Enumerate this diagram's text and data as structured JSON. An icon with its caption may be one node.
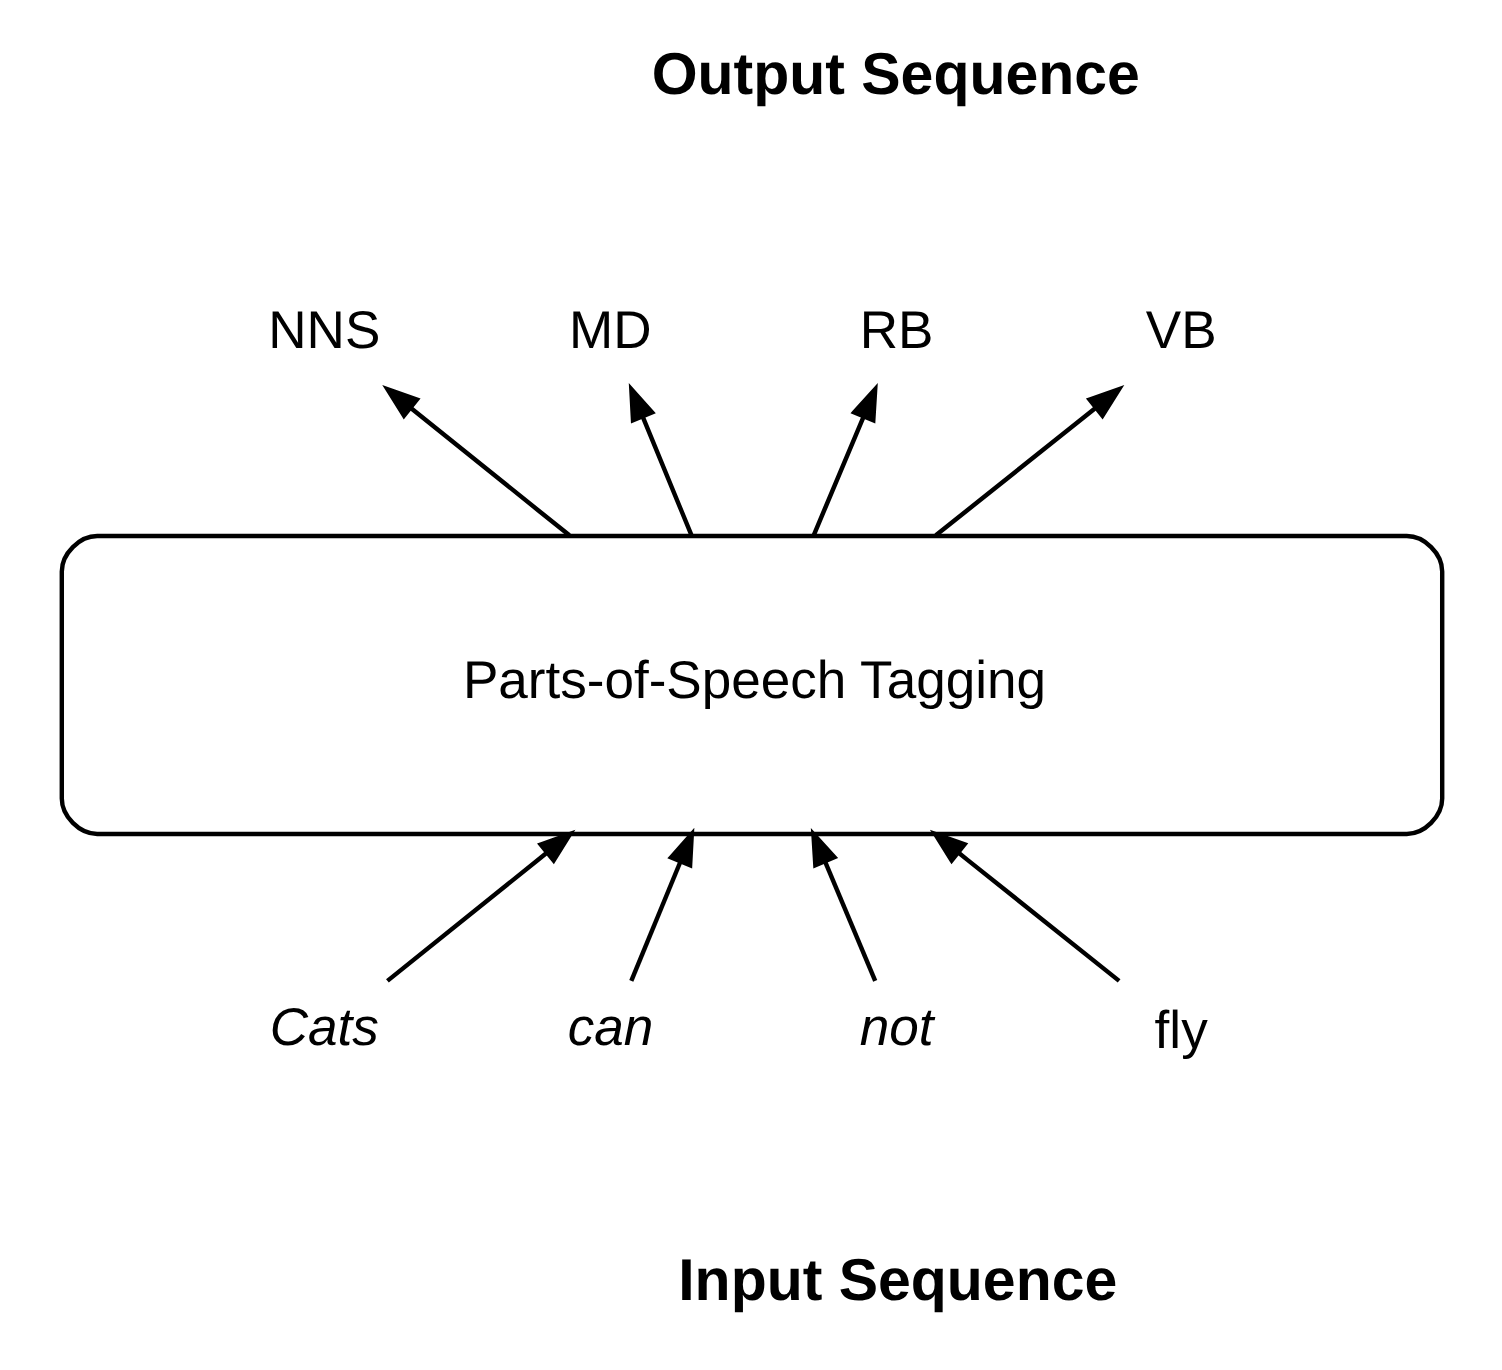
{
  "diagram": {
    "nodes": [
      {
        "text": [
          "Parts-of-Speech Tagging"
        ]
      },
      {
        "text": [
          "NNS"
        ]
      },
      {
        "text": [
          "MD"
        ]
      },
      {
        "text": [
          "RB"
        ]
      },
      {
        "text": [
          "VB"
        ]
      },
      {
        "text": [
          "Cats"
        ]
      },
      {
        "text": [
          "can"
        ]
      },
      {
        "text": [
          "not"
        ]
      },
      {
        "text": [
          "fly"
        ]
      }
    ],
    "edges": [
      {
        "from": 0,
        "to": 1,
        "arrow": "to"
      },
      {
        "from": 0,
        "to": 2,
        "arrow": "to"
      },
      {
        "from": 0,
        "to": 3,
        "arrow": "to"
      },
      {
        "from": 0,
        "to": 4,
        "arrow": "to"
      },
      {
        "from": 5,
        "to": 0,
        "arrow": "to"
      },
      {
        "from": 6,
        "to": 0,
        "arrow": "to"
      },
      {
        "from": 7,
        "to": 0,
        "arrow": "to"
      },
      {
        "from": 8,
        "to": 0,
        "arrow": "to"
      }
    ],
    "labels": [
      "Output Sequence",
      "Input Sequence"
    ]
  }
}
